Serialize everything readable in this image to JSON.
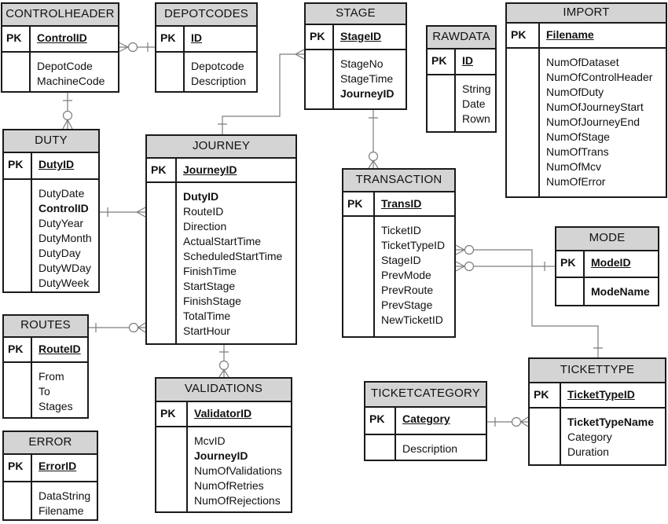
{
  "ui": {
    "pk_label": "PK"
  },
  "diagram": {
    "type": "entity-relationship",
    "notation": "crow's foot",
    "colors": {
      "header_fill": "#d4d4d4",
      "table_border": "#1a1a1a",
      "relationship_line": "#7d7d7d",
      "background": "#ffffff"
    },
    "tables": {
      "controlheader": {
        "name": "CONTROLHEADER",
        "pk": "ControlID",
        "attributes": [
          {
            "text": "DepotCode"
          },
          {
            "text": "MachineCode"
          }
        ]
      },
      "depotcodes": {
        "name": "DEPOTCODES",
        "pk": "ID",
        "attributes": [
          {
            "text": "Depotcode"
          },
          {
            "text": "Description"
          }
        ]
      },
      "stage": {
        "name": "STAGE",
        "pk": "StageID",
        "attributes": [
          {
            "text": "StageNo"
          },
          {
            "text": "StageTime"
          },
          {
            "text": "JourneyID",
            "bold": true
          }
        ]
      },
      "rawdata": {
        "name": "RAWDATA",
        "pk": "ID",
        "attributes": [
          {
            "text": "String"
          },
          {
            "text": "Date"
          },
          {
            "text": "Rown"
          }
        ]
      },
      "import": {
        "name": "IMPORT",
        "pk": "Filename",
        "attributes": [
          {
            "text": "NumOfDataset"
          },
          {
            "text": "NumOfControlHeader"
          },
          {
            "text": "NumOfDuty"
          },
          {
            "text": "NumOfJourneyStart"
          },
          {
            "text": "NumOfJourneyEnd"
          },
          {
            "text": "NumOfStage"
          },
          {
            "text": "NumOfTrans"
          },
          {
            "text": "NumOfMcv"
          },
          {
            "text": "NumOfError"
          }
        ]
      },
      "duty": {
        "name": "DUTY",
        "pk": "DutyID",
        "attributes": [
          {
            "text": "DutyDate"
          },
          {
            "text": "ControlID",
            "bold": true
          },
          {
            "text": "DutyYear"
          },
          {
            "text": "DutyMonth"
          },
          {
            "text": "DutyDay"
          },
          {
            "text": "DutyWDay"
          },
          {
            "text": "DutyWeek"
          }
        ]
      },
      "journey": {
        "name": "JOURNEY",
        "pk": "JourneyID",
        "attributes": [
          {
            "text": "DutyID",
            "bold": true
          },
          {
            "text": "RouteID"
          },
          {
            "text": "Direction"
          },
          {
            "text": "ActualStartTime"
          },
          {
            "text": "ScheduledStartTime"
          },
          {
            "text": "FinishTime"
          },
          {
            "text": "StartStage"
          },
          {
            "text": "FinishStage"
          },
          {
            "text": "TotalTime"
          },
          {
            "text": "StartHour"
          }
        ]
      },
      "transaction": {
        "name": "TRANSACTION",
        "pk": "TransID",
        "attributes": [
          {
            "text": "TicketID"
          },
          {
            "text": "TicketTypeID"
          },
          {
            "text": "StageID"
          },
          {
            "text": "PrevMode"
          },
          {
            "text": "PrevRoute"
          },
          {
            "text": "PrevStage"
          },
          {
            "text": "NewTicketID"
          }
        ]
      },
      "mode": {
        "name": "MODE",
        "pk": "ModeID",
        "attributes": [
          {
            "text": "ModeName",
            "bold": true
          }
        ]
      },
      "routes": {
        "name": "ROUTES",
        "pk": "RouteID",
        "attributes": [
          {
            "text": "From"
          },
          {
            "text": "To"
          },
          {
            "text": "Stages"
          }
        ]
      },
      "validations": {
        "name": "VALIDATIONS",
        "pk": "ValidatorID",
        "attributes": [
          {
            "text": "McvID"
          },
          {
            "text": "JourneyID",
            "bold": true
          },
          {
            "text": "NumOfValidations"
          },
          {
            "text": "NumOfRetries"
          },
          {
            "text": "NumOfRejections"
          }
        ]
      },
      "ticketcategory": {
        "name": "TICKETCATEGORY",
        "pk": "Category",
        "attributes": [
          {
            "text": "Description"
          }
        ]
      },
      "tickettype": {
        "name": "TICKETTYPE",
        "pk": "TicketTypeID",
        "attributes": [
          {
            "text": "TicketTypeName",
            "bold": true
          },
          {
            "text": "Category"
          },
          {
            "text": "Duration"
          }
        ]
      },
      "error": {
        "name": "ERROR",
        "pk": "ErrorID",
        "attributes": [
          {
            "text": "DataString"
          },
          {
            "text": "Filename"
          }
        ]
      }
    },
    "relationships": [
      {
        "from": "CONTROLHEADER",
        "to": "DEPOTCODES",
        "from_end": "many (crow's foot + circle)",
        "to_end": "one (bar)"
      },
      {
        "from": "CONTROLHEADER",
        "to": "DUTY",
        "from_end": "one (bar)",
        "to_end": "many (circle + crow's foot)"
      },
      {
        "from": "DUTY",
        "to": "JOURNEY",
        "from_end": "one (bar)",
        "to_end": "many (crow's foot)"
      },
      {
        "from": "JOURNEY",
        "to": "STAGE",
        "from_end": "one (bar)",
        "to_end": "many (crow's foot)"
      },
      {
        "from": "STAGE",
        "to": "TRANSACTION",
        "from_end": "one (bar)",
        "to_end": "many (circle + crow's foot)"
      },
      {
        "from": "JOURNEY",
        "to": "VALIDATIONS",
        "from_end": "one (bar)",
        "to_end": "many (circle + crow's foot)"
      },
      {
        "from": "ROUTES",
        "to": "JOURNEY",
        "from_end": "one (bar)",
        "to_end": "many (circle + crow's foot)"
      },
      {
        "from": "TRANSACTION",
        "to": "MODE",
        "from_end": "many (crow's foot + circle)",
        "to_end": "one (bar)"
      },
      {
        "from": "TRANSACTION",
        "to": "TICKETTYPE",
        "from_end": "many (crow's foot + circle)",
        "to_end": "one (bar)"
      },
      {
        "from": "TICKETCATEGORY",
        "to": "TICKETTYPE",
        "from_end": "one (bar)",
        "to_end": "many (circle + crow's foot)"
      }
    ]
  }
}
